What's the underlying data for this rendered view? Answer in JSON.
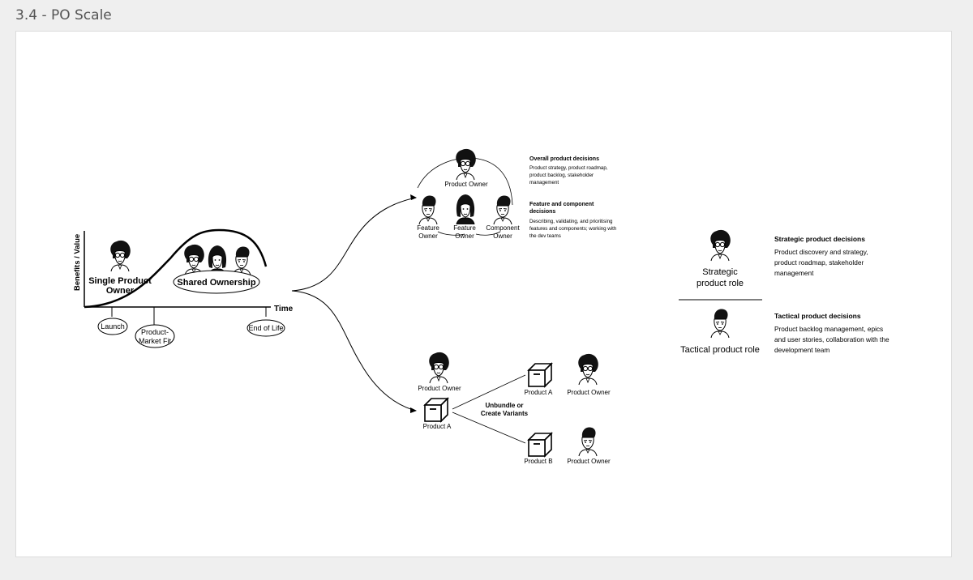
{
  "page": {
    "title": "3.4 - PO Scale"
  },
  "colors": {
    "ink": "#000000",
    "board": "#ffffff",
    "background": "#efefef",
    "title": "#555555"
  },
  "lifecycle": {
    "y_axis_label": "Benefits / Value",
    "x_axis_label": "Time",
    "single_label_line1": "Single Product",
    "single_label_line2": "Owner",
    "shared_label": "Shared Ownership",
    "milestone_launch": "Launch",
    "milestone_pmf_line1": "Product-",
    "milestone_pmf_line2": "Market Fit",
    "milestone_eol": "End of Life"
  },
  "feature_team": {
    "po_label": "Product Owner",
    "feature_owner_1_line1": "Feature",
    "feature_owner_1_line2": "Owner",
    "feature_owner_2_line1": "Feature",
    "feature_owner_2_line2": "Owner",
    "component_owner_line1": "Component",
    "component_owner_line2": "Owner",
    "overall_title": "Overall product decisions",
    "overall_l1": "Product strategy, product roadmap,",
    "overall_l2": "product backlog, stakeholder",
    "overall_l3": "management",
    "feature_title_l1": "Feature and component",
    "feature_title_l2": "decisions",
    "feature_l1": "Describing, validating, and prioritising",
    "feature_l2": "features and components; working with",
    "feature_l3": "the dev teams"
  },
  "variants": {
    "po_label": "Product Owner",
    "product_a_label": "Product A",
    "unbundle_l1": "Unbundle or",
    "unbundle_l2": "Create Variants",
    "product_a2_label": "Product A",
    "po_a_label": "Product Owner",
    "product_b_label": "Product B",
    "po_b_label": "Product Owner"
  },
  "roles": {
    "strategic_l1": "Strategic",
    "strategic_l2": "product role",
    "strategic_title": "Strategic product decisions",
    "strategic_d1": "Product discovery and strategy,",
    "strategic_d2": "product roadmap, stakeholder",
    "strategic_d3": "management",
    "tactical_label": "Tactical product role",
    "tactical_title": "Tactical product decisions",
    "tactical_d1": "Product backlog management, epics",
    "tactical_d2": "and user stories, collaboration with the",
    "tactical_d3": "development team"
  },
  "icons": [
    "person-glasses-icon",
    "person-woman-icon",
    "person-man-icon",
    "box-icon",
    "arrow-head-icon"
  ]
}
